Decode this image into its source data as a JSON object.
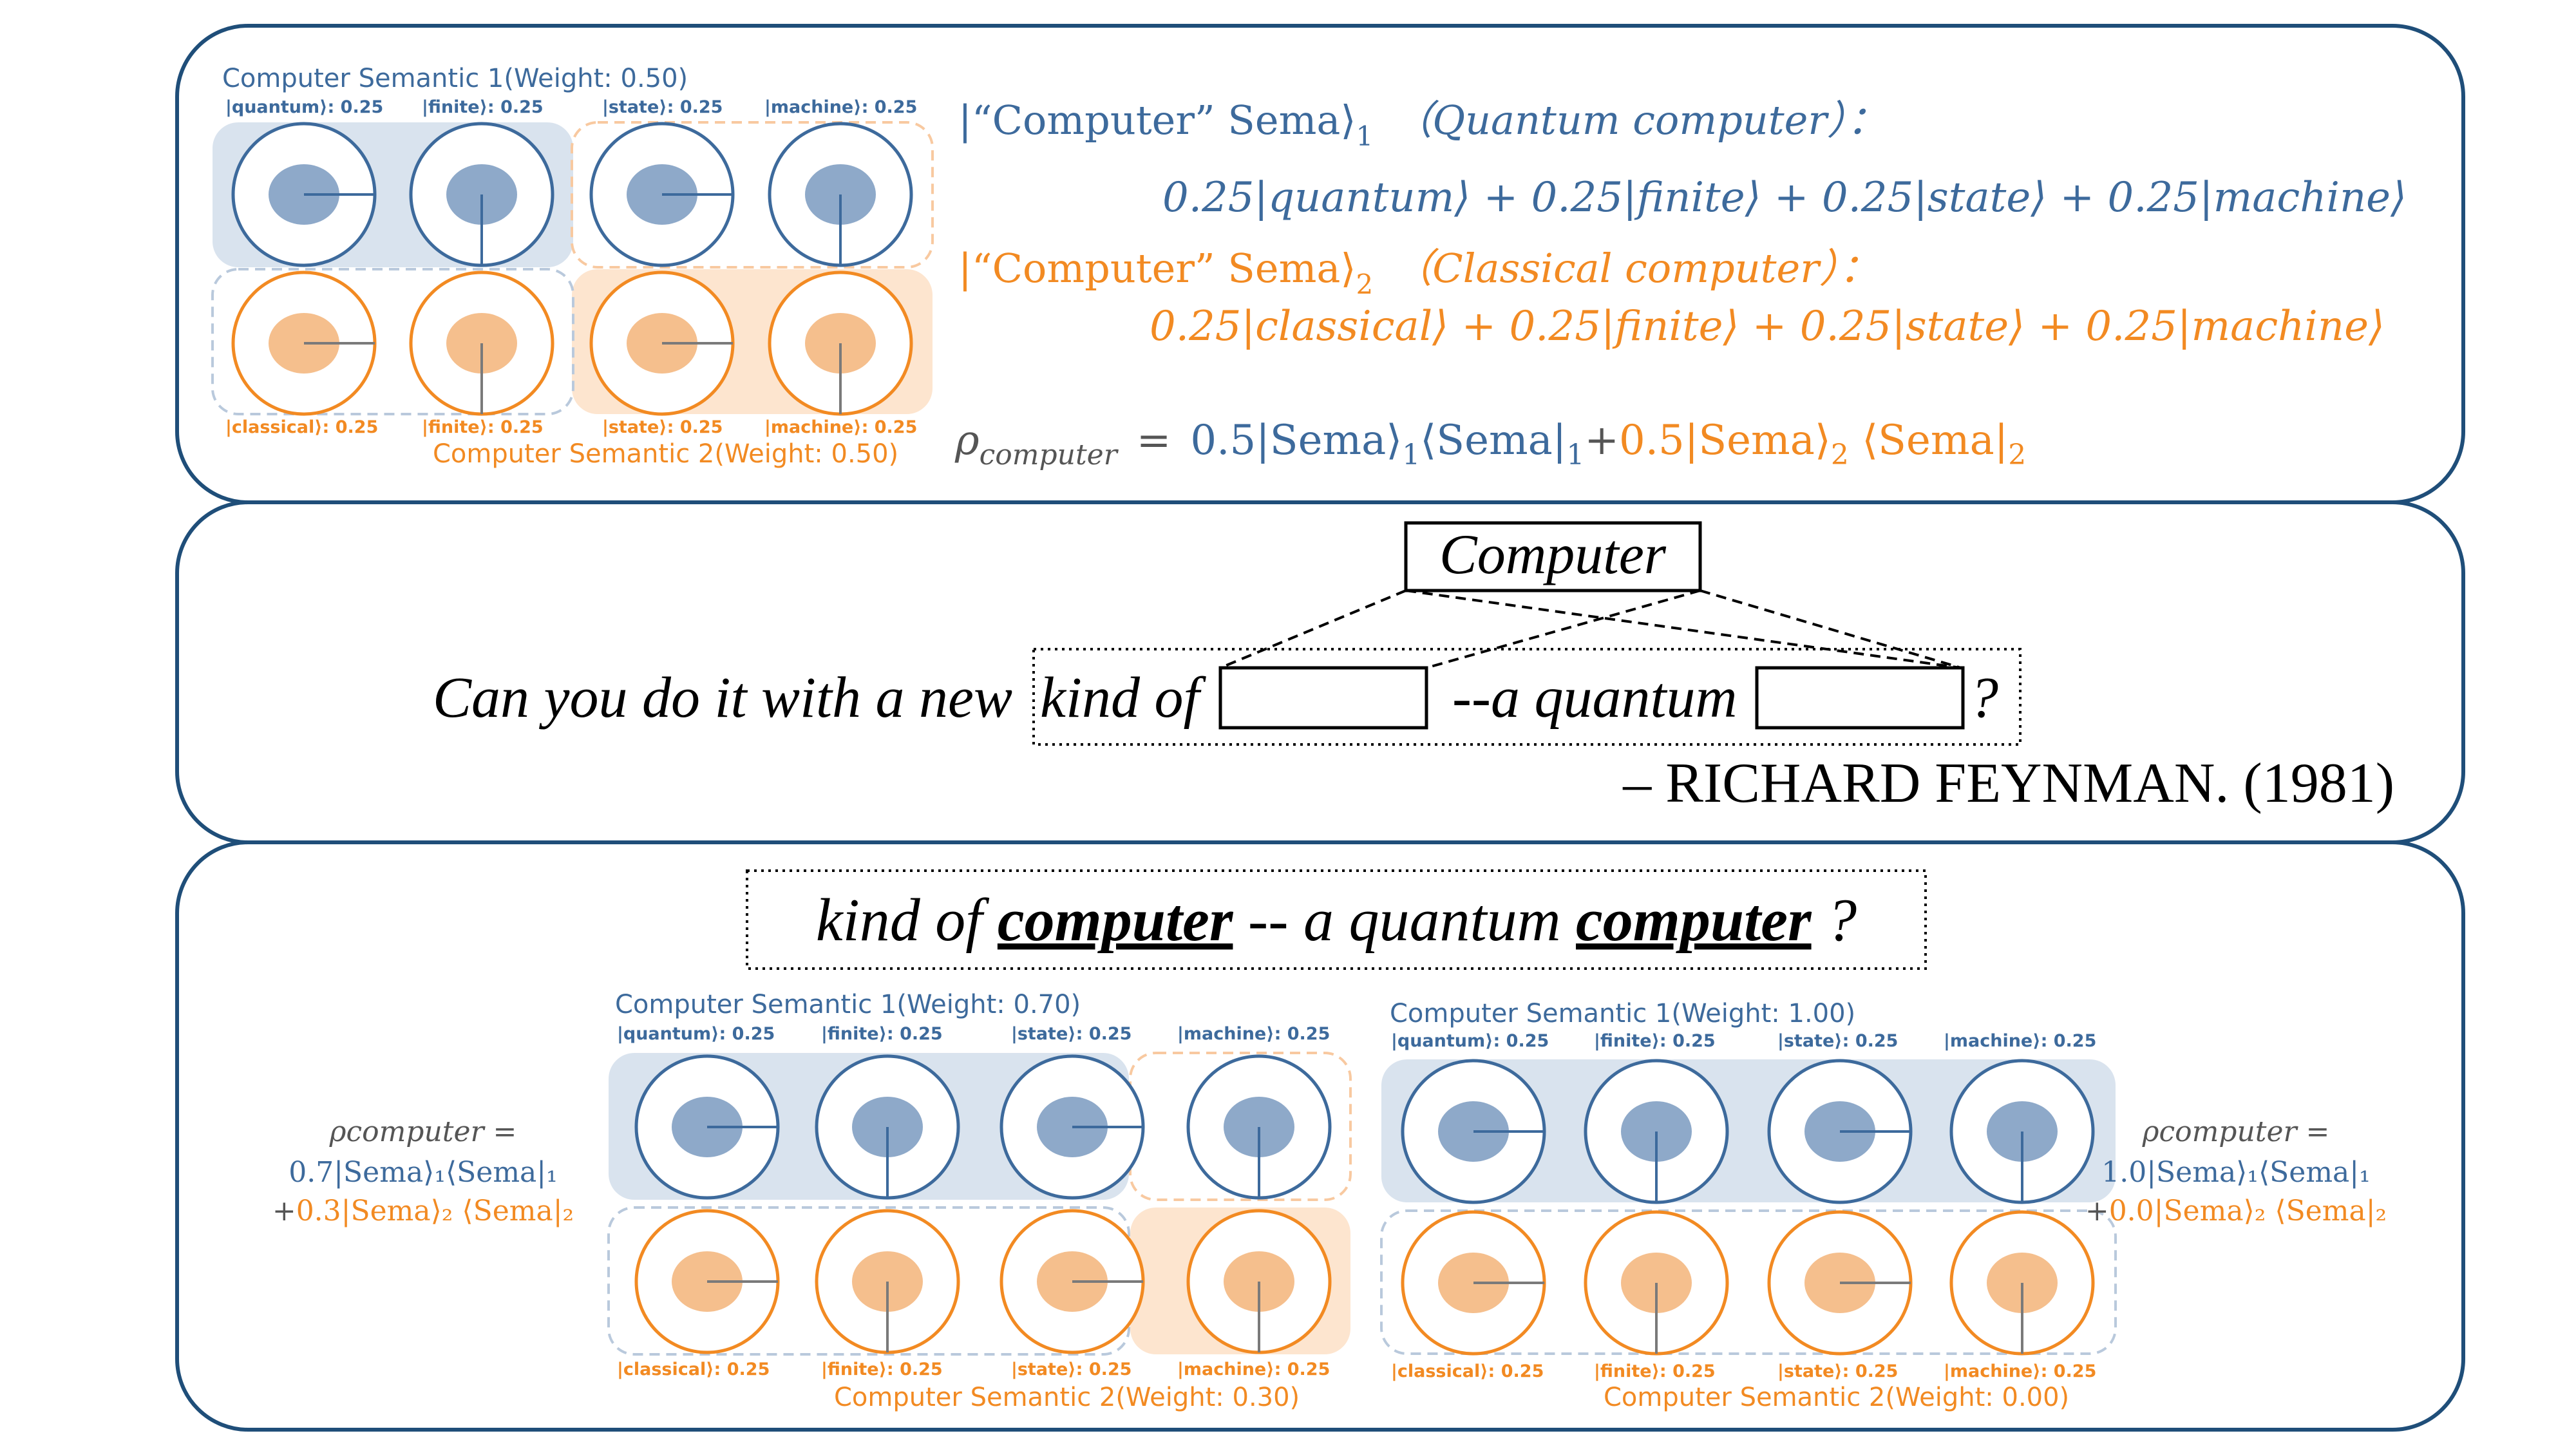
{
  "colors": {
    "blue": "#3d6a9c",
    "orange": "#f28a22",
    "panel_border": "#1f4e79",
    "blue_fill": "#d9e3ee",
    "orange_fill": "#fde5cf",
    "blue_inner": "#8ea9c9",
    "orange_inner": "#f5bf8d"
  },
  "icons": {
    "semantic_unit": "circle-with-radius-icon"
  },
  "top_panel": {
    "group1_title": "Computer Semantic 1(Weight: 0.50)",
    "group2_title": "Computer Semantic 2(Weight: 0.50)",
    "labels_top": [
      "|quantum⟩: 0.25",
      "|finite⟩: 0.25",
      "|state⟩: 0.25",
      "|machine⟩: 0.25"
    ],
    "labels_bottom": [
      "|classical⟩: 0.25",
      "|finite⟩: 0.25",
      "|state⟩: 0.25",
      "|machine⟩: 0.25"
    ],
    "eq1_head": "|“Computer” Sema⟩",
    "eq1_sub": "1",
    "eq1_note": "（Quantum computer）：",
    "eq1_body": "0.25|quantum⟩ + 0.25|finite⟩ + 0.25|state⟩ + 0.25|machine⟩",
    "eq2_head": "|“Computer” Sema⟩",
    "eq2_sub": "2",
    "eq2_note": "（Classical computer）：",
    "eq2_body": "0.25|classical⟩ + 0.25|finite⟩ + 0.25|state⟩ + 0.25|machine⟩",
    "rho_symbol": "ρ",
    "rho_sub": "computer",
    "rho_eq": "=",
    "rho_term1": "0.5|Sema⟩",
    "rho_term1_sub": "1",
    "rho_term1_bra": "⟨Sema|",
    "rho_term1_bra_sub": "1",
    "rho_plus": "+",
    "rho_term2": "0.5|Sema⟩",
    "rho_term2_sub": "2",
    "rho_term2_bra": " ⟨Sema|",
    "rho_term2_bra_sub": "2"
  },
  "middle_panel": {
    "word": "Computer",
    "sentence_start": "Can you do it with a new",
    "sentence_kind": "kind of",
    "sentence_mid": "--a quantum",
    "sentence_end": "?",
    "attribution": "– RICHARD FEYNMAN. (1981)"
  },
  "bottom_panel": {
    "phrase_a": "kind of ",
    "phrase_word1": "computer",
    "phrase_b": " -- a quantum ",
    "phrase_word2": "computer",
    "phrase_c": " ?",
    "left": {
      "group1_title": "Computer Semantic 1(Weight: 0.70)",
      "group2_title": "Computer Semantic 2(Weight: 0.30)",
      "labels_top": [
        "|quantum⟩: 0.25",
        "|finite⟩: 0.25",
        "|state⟩: 0.25",
        "|machine⟩: 0.25"
      ],
      "labels_bottom": [
        "|classical⟩: 0.25",
        "|finite⟩: 0.25",
        "|state⟩: 0.25",
        "|machine⟩: 0.25"
      ],
      "rho_line": "ρcomputer =",
      "rho_l2": "0.7|Sema⟩₁⟨Sema|₁",
      "rho_l3_plus": "+",
      "rho_l3": "0.3|Sema⟩₂ ⟨Sema|₂"
    },
    "right": {
      "group1_title": "Computer Semantic 1(Weight: 1.00)",
      "group2_title": "Computer Semantic 2(Weight: 0.00)",
      "labels_top": [
        "|quantum⟩: 0.25",
        "|finite⟩: 0.25",
        "|state⟩: 0.25",
        "|machine⟩: 0.25"
      ],
      "labels_bottom": [
        "|classical⟩: 0.25",
        "|finite⟩: 0.25",
        "|state⟩: 0.25",
        "|machine⟩: 0.25"
      ],
      "rho_line": "ρcomputer =",
      "rho_l2": "1.0|Sema⟩₁⟨Sema|₁",
      "rho_l3_plus": "+",
      "rho_l3": "0.0|Sema⟩₂ ⟨Sema|₂"
    }
  }
}
